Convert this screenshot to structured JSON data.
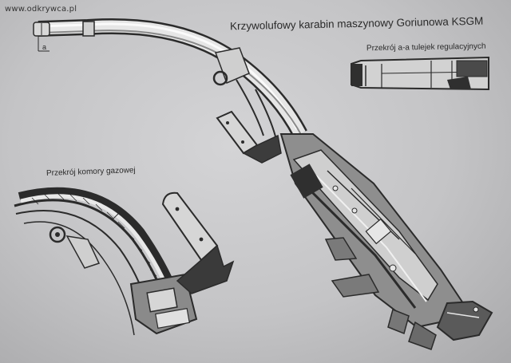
{
  "watermark": "www.odkrywca.pl",
  "title": "Krzywolufowy karabin maszynowy Goriunowa KSGM",
  "labels": {
    "section_aa": "Przekrój a-a tulejek regulacyjnych",
    "gas_chamber": "Przekrój komory gazowej",
    "section_mark": "a"
  },
  "colors": {
    "paper": "#c8c8ca",
    "ink": "#2b2b2b",
    "metal_dark": "#3a3a3a",
    "metal_light": "#e2e2e2"
  }
}
